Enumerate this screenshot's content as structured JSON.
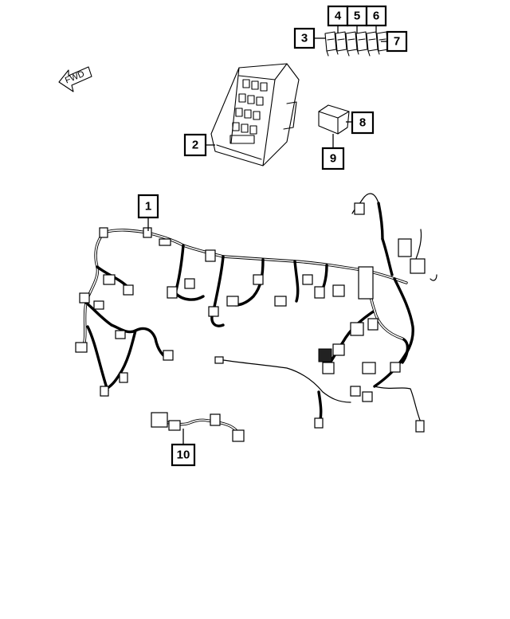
{
  "direction_arrow": {
    "label": "FWD"
  },
  "callouts": [
    {
      "id": "1",
      "label": "1"
    },
    {
      "id": "2",
      "label": "2"
    },
    {
      "id": "3",
      "label": "3"
    },
    {
      "id": "4",
      "label": "4"
    },
    {
      "id": "5",
      "label": "5"
    },
    {
      "id": "6",
      "label": "6"
    },
    {
      "id": "7",
      "label": "7"
    },
    {
      "id": "8",
      "label": "8"
    },
    {
      "id": "9",
      "label": "9"
    },
    {
      "id": "10",
      "label": "10"
    }
  ]
}
